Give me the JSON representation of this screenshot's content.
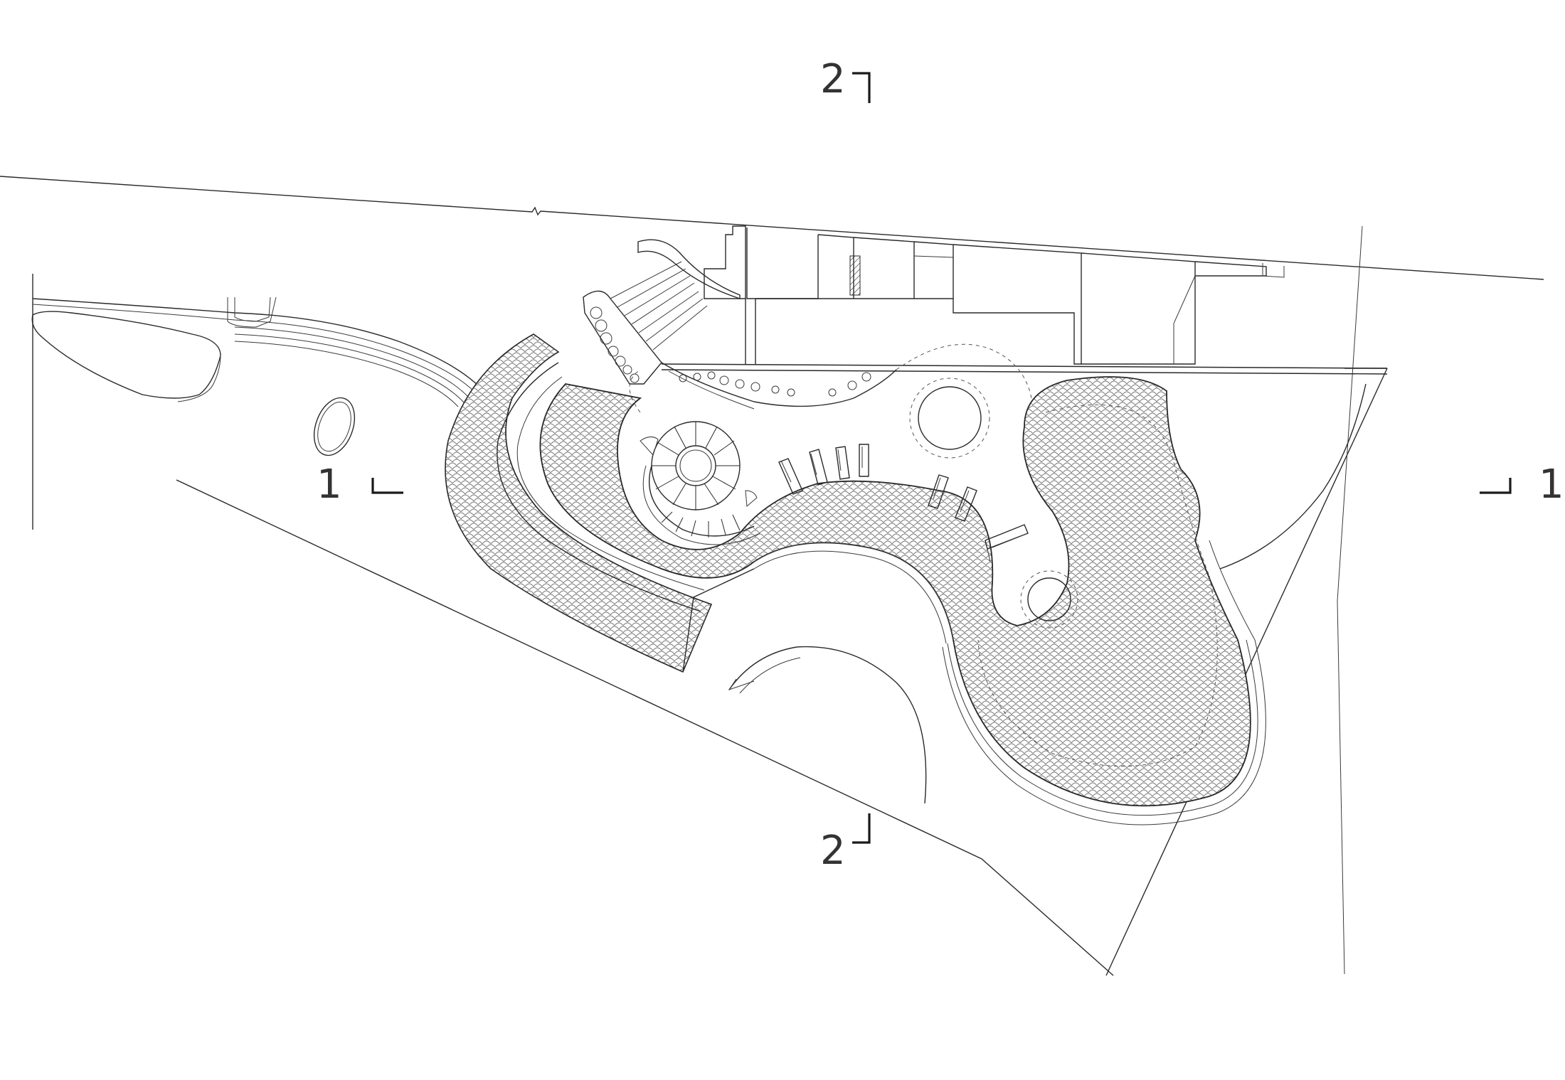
{
  "drawing": {
    "ink_color": "#2a2a2a",
    "pattern_color": "#7a7a7a",
    "background": "#ffffff"
  },
  "section_markers": {
    "top": {
      "label": "2"
    },
    "bottom": {
      "label": "2"
    },
    "left": {
      "label": "1"
    },
    "right": {
      "label": "1"
    }
  }
}
